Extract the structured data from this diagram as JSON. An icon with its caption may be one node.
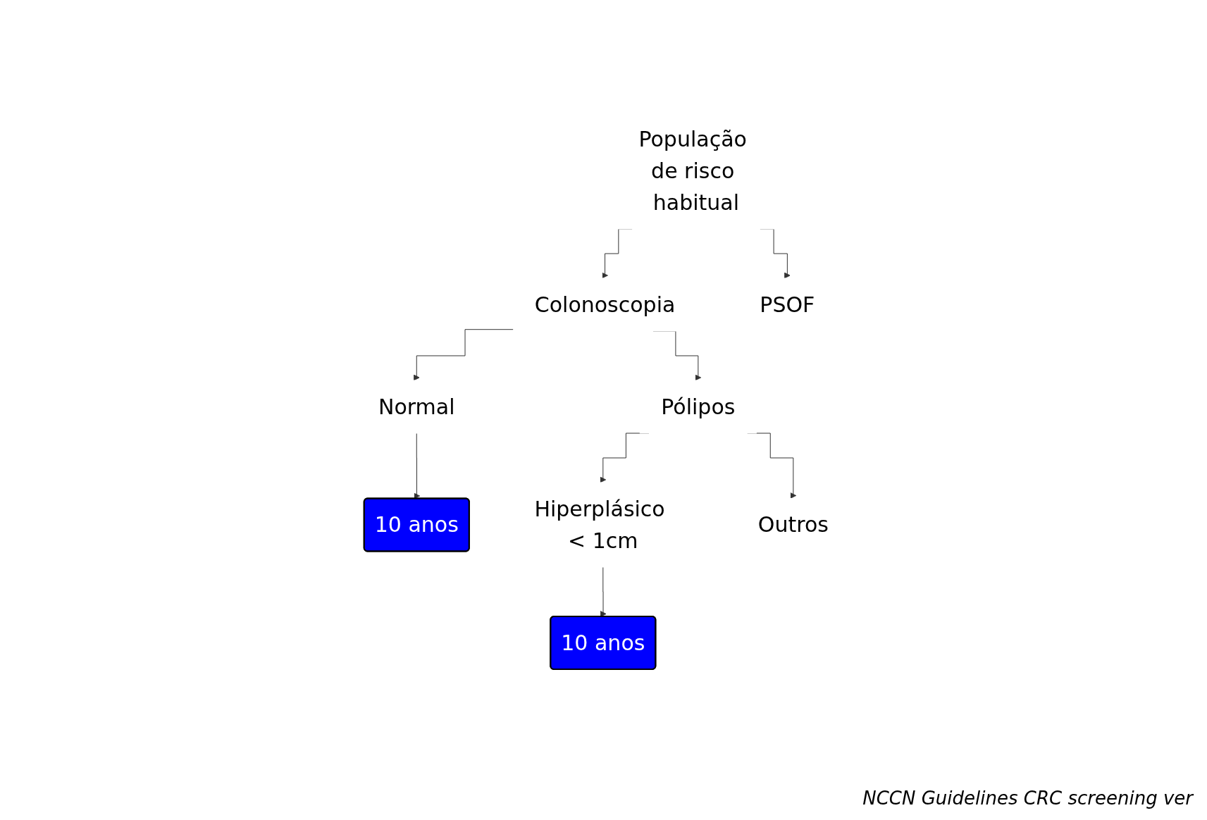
{
  "diagram": {
    "caption": "NCCN Guidelines CRC screening ver",
    "nodes": [
      {
        "text": [
          "População de risco habitual"
        ]
      },
      {
        "text": [
          "Colonoscopia"
        ]
      },
      {
        "text": [
          "PSOF"
        ]
      },
      {
        "text": [
          "Normal"
        ]
      },
      {
        "text": [
          "Pólipos"
        ]
      },
      {
        "text": [
          "10 anos"
        ]
      },
      {
        "text": [
          "Hiperplásico < 1cm"
        ]
      },
      {
        "text": [
          "Outros"
        ]
      },
      {
        "text": [
          "10 anos"
        ]
      }
    ],
    "edges": [
      {
        "from": 0,
        "to": 1,
        "arrow": "to"
      },
      {
        "from": 0,
        "to": 2,
        "arrow": "to"
      },
      {
        "from": 1,
        "to": 3,
        "arrow": "to"
      },
      {
        "from": 1,
        "to": 4,
        "arrow": "to"
      },
      {
        "from": 3,
        "to": 5,
        "arrow": "to"
      },
      {
        "from": 4,
        "to": 6,
        "arrow": "to"
      },
      {
        "from": 4,
        "to": 7,
        "arrow": "to"
      },
      {
        "from": 6,
        "to": 8,
        "arrow": "to"
      }
    ]
  }
}
